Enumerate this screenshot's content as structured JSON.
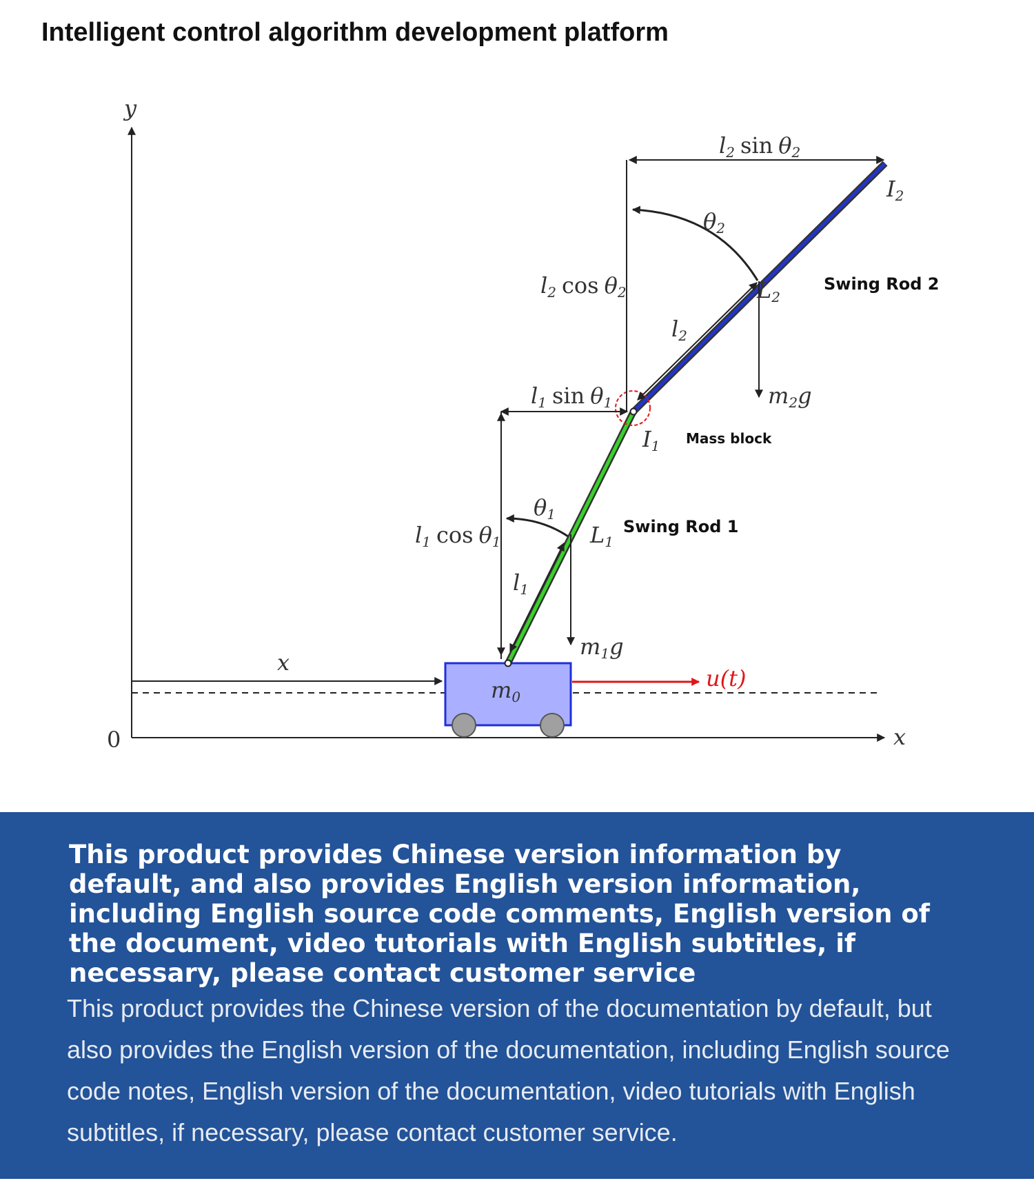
{
  "header": {
    "title": "Intelligent control algorithm development platform"
  },
  "diagram": {
    "colors": {
      "rod1_core": "#39d12a",
      "rod2_core": "#2235c8",
      "cart_fill": "#aab0ff",
      "cart_border": "#1f2fd8",
      "force_arrow": "#e0161b",
      "pivot_circle": "#e0161b",
      "wheel": "#a0a0a0"
    },
    "axes": {
      "y_label": "y",
      "x_label": "x",
      "origin_label": "0"
    },
    "cart": {
      "mass_label": "m",
      "mass_sub": "0",
      "force_label": "u(t)"
    },
    "cart_position": {
      "label": "x"
    },
    "rod1": {
      "name": "Swing Rod 1",
      "inertia": "I",
      "inertia_sub": "1",
      "length": "L",
      "length_sub": "1",
      "half_length": "l",
      "half_length_sub": "1",
      "angle": "θ",
      "angle_sub": "1",
      "weight": "m",
      "weight_sub": "1",
      "weight_g": "g",
      "cos_l": "l",
      "cos_l_sub": "1",
      "cos_op": "cos",
      "cos_theta": "θ",
      "cos_theta_sub": "1",
      "sin_l": "l",
      "sin_l_sub": "1",
      "sin_op": "sin",
      "sin_theta": "θ",
      "sin_theta_sub": "1"
    },
    "rod2": {
      "name": "Swing Rod 2",
      "inertia": "I",
      "inertia_sub": "2",
      "length": "L",
      "length_sub": "2",
      "half_length": "l",
      "half_length_sub": "2",
      "angle": "θ",
      "angle_sub": "2",
      "weight": "m",
      "weight_sub": "2",
      "weight_g": "g",
      "cos_l": "l",
      "cos_l_sub": "2",
      "cos_op": "cos",
      "cos_theta": "θ",
      "cos_theta_sub": "2",
      "sin_l": "l",
      "sin_l_sub": "2",
      "sin_op": "sin",
      "sin_theta": "θ",
      "sin_theta_sub": "2"
    },
    "mass_block_label": "Mass block"
  },
  "notice": {
    "bold_text": "This product provides Chinese version information by default, and also provides English version information, including English source code comments, English version of the document, video tutorials with English subtitles, if necessary, please contact customer service",
    "regular_text": "This product provides the Chinese version of the documentation by default, but also provides the English version of the documentation, including English source code notes, English version of the documentation, video tutorials with English subtitles, if necessary, please contact customer service."
  }
}
